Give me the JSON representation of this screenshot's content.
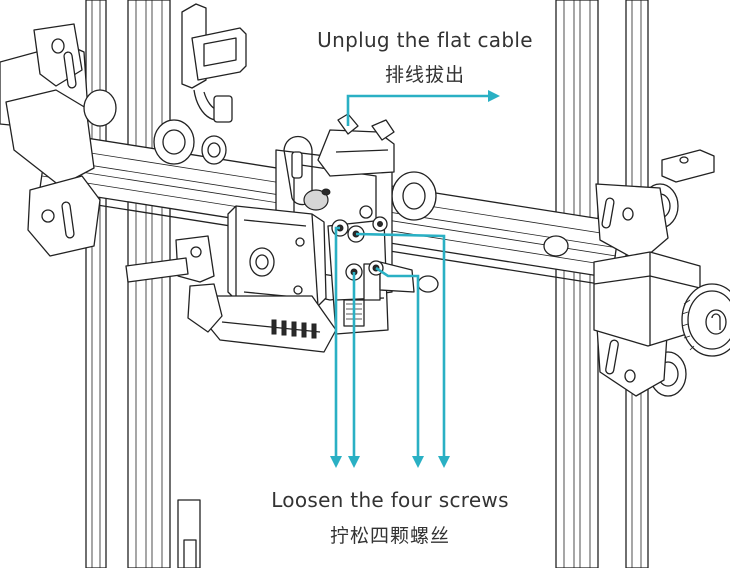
{
  "annotations": {
    "unplug_en": "Unplug the flat cable",
    "unplug_zh": "排线拔出",
    "loosen_en": "Loosen the four screws",
    "loosen_zh": "拧松四颗螺丝"
  },
  "colors": {
    "callout": "#2ab0c4",
    "linework": "#222222",
    "text": "#333333",
    "background": "#ffffff"
  }
}
